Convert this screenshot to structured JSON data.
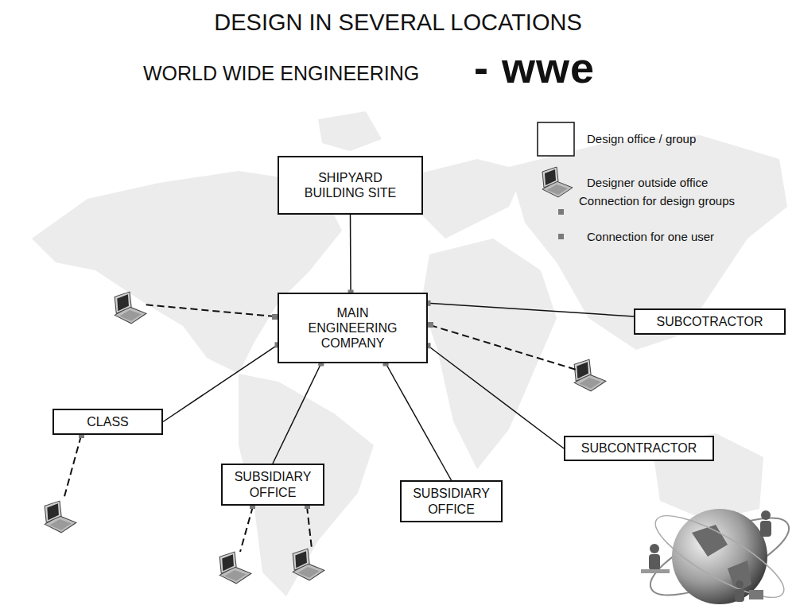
{
  "diagram": {
    "title": "DESIGN IN SEVERAL LOCATIONS",
    "nodes": [
      {
        "text": [
          "SHIPYARD BUILDING SITE"
        ]
      },
      {
        "text": [
          "MAIN ENGINEERING COMPANY"
        ]
      },
      {
        "text": [
          "SUBCOTRACTOR"
        ]
      },
      {
        "text": [
          "CLASS"
        ]
      },
      {
        "text": [
          "SUBSIDIARY OFFICE"
        ]
      },
      {
        "text": [
          "SUBSIDIARY OFFICE"
        ]
      },
      {
        "text": [
          "SUBCONTRACTOR"
        ]
      }
    ],
    "edges": [
      {
        "from": 0,
        "to": 1,
        "arrow": "none"
      },
      {
        "from": 1,
        "to": 2,
        "arrow": "none"
      },
      {
        "from": 1,
        "to": 3,
        "arrow": "none"
      },
      {
        "from": 1,
        "to": 4,
        "arrow": "none"
      },
      {
        "from": 1,
        "to": 5,
        "arrow": "none"
      },
      {
        "from": 1,
        "to": 6,
        "arrow": "none"
      }
    ],
    "labels": [
      "WORLD WIDE ENGINEERING",
      "- wwe"
    ],
    "legend": [
      {
        "text": "Design office / group"
      },
      {
        "text": "Designer outside office"
      },
      {
        "text": "Connection for design groups",
        "color": "#7a7a7a"
      },
      {
        "text": "Connection for one user",
        "color": "#7a7a7a"
      }
    ]
  }
}
